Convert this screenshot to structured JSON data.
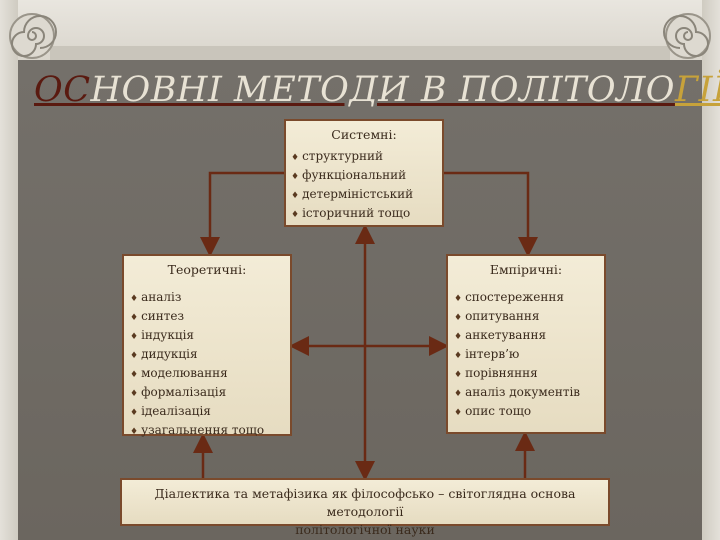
{
  "title": {
    "part1": "ОС",
    "part2": "НОВНІ МЕТОДИ В ПОЛІТОЛО",
    "part3": "ГІЇ"
  },
  "colors": {
    "accent_dark": "#5a1a10",
    "accent_gold": "#c7a23a",
    "arrow": "#6a2a14"
  },
  "system": {
    "heading": "Системні:",
    "items": [
      "структурний",
      "функціональний",
      "детерміністський",
      "історичний тощо"
    ]
  },
  "theoretical": {
    "heading": "Теоретичні:",
    "items": [
      "аналіз",
      "синтез",
      "індукція",
      "дидукція",
      "моделювання",
      "формалізація",
      "ідеалізація",
      "узагальнення тощо"
    ]
  },
  "empirical": {
    "heading": "Емпіричні:",
    "items": [
      "спостереження",
      "опитування",
      "анкетування",
      "інтерв’ю",
      "порівняння",
      "аналіз документів",
      "опис тощо"
    ]
  },
  "base": {
    "line1": "Діалектика та метафізика як філософсько – світоглядна основа методології",
    "line2": "політологічної науки"
  },
  "bullet_glyph": "♦"
}
